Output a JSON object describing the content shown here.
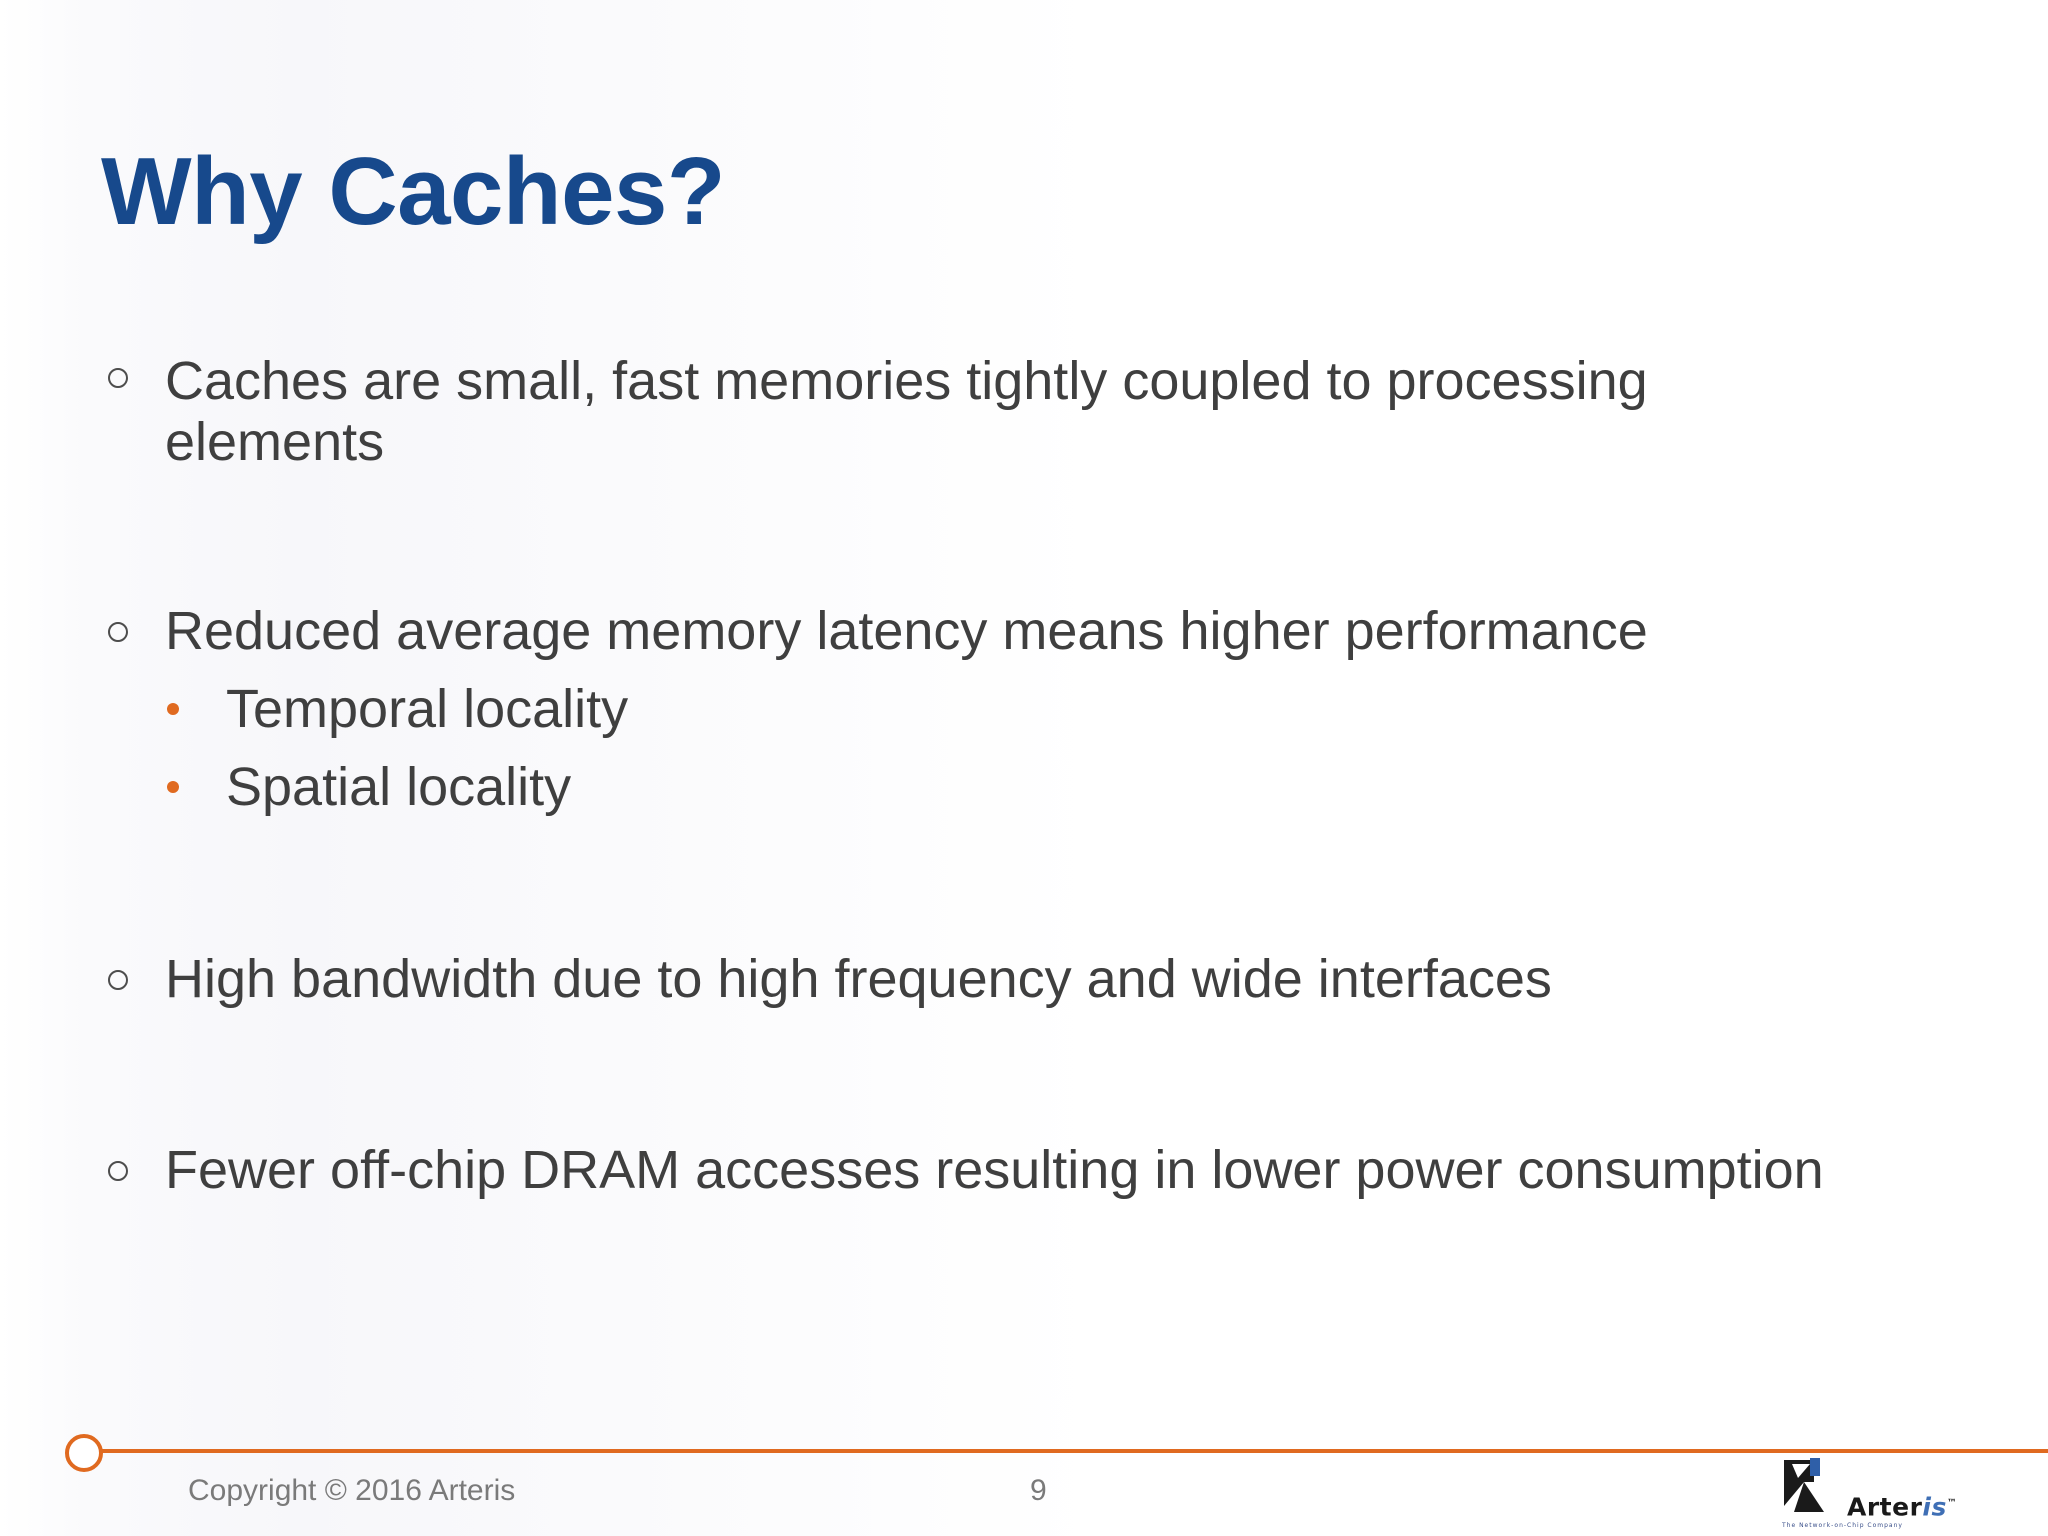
{
  "slide": {
    "title": "Why Caches?",
    "bullets": [
      {
        "lines": [
          "Caches are small, fast memories tightly coupled to processing",
          "elements"
        ]
      },
      {
        "lines": [
          "Reduced average memory latency means higher performance"
        ],
        "sub_bullets": [
          "Temporal locality",
          "Spatial locality"
        ]
      },
      {
        "lines": [
          "High bandwidth due to high frequency and wide interfaces"
        ]
      },
      {
        "lines": [
          "Fewer off-chip DRAM accesses resulting in lower power consumption"
        ]
      }
    ]
  },
  "footer": {
    "copyright": "Copyright © 2016 Arteris",
    "page_number": "9"
  },
  "logo": {
    "name_main": "Arter",
    "name_accent": "is",
    "trademark": "™",
    "tagline": "The Network-on-Chip Company"
  },
  "colors": {
    "title": "#17498c",
    "body_text": "#3f3f3f",
    "accent": "#e06a20",
    "footer_text": "#7a7a7a"
  },
  "icons": {
    "level1_marker": "hollow-circle",
    "level2_marker": "filled-dot",
    "footer_marker": "ring",
    "logo_mark": "arteris-logo-mark"
  }
}
